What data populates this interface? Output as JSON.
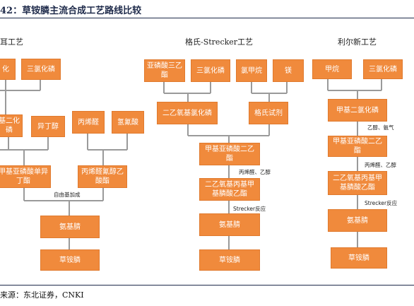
{
  "title": "42：草铵膦主流合成工艺路线比较",
  "source": "来源：东北证券，CNKI",
  "columns": [
    {
      "heading": "耳工艺",
      "boxes": [
        "化",
        "三氯化磷",
        "基二化磷",
        "异丁醇",
        "丙烯醛",
        "氢氰酸",
        "甲基亚磷酸单异丁酯",
        "丙烯醛氰醇乙酸酯",
        "氨基腈",
        "草铵膦"
      ],
      "notes": [
        "自由基加成"
      ]
    },
    {
      "heading": "格氏-Strecker工艺",
      "boxes": [
        "亚磷酸三乙酯",
        "三氯化磷",
        "氯甲烷",
        "镁",
        "二乙氧基氯化磷",
        "格氏试剂",
        "甲基亚磷酸二乙酯",
        "二乙氧基丙基甲基膦酸乙酯",
        "氨基腈",
        "草铵膦"
      ],
      "notes": [
        "丙烯醛、乙醇",
        "Strecker反应"
      ]
    },
    {
      "heading": "利尔新工艺",
      "boxes": [
        "甲烷",
        "三氯化磷",
        "甲基二氯化磷",
        "甲基亚磷酸二乙酯",
        "二乙氧基丙基甲基膦酸乙酯",
        "氨基腈",
        "草铵膦"
      ],
      "notes": [
        "乙醇、氨气",
        "丙烯醛、乙醇",
        "Strecker反应"
      ]
    }
  ]
}
